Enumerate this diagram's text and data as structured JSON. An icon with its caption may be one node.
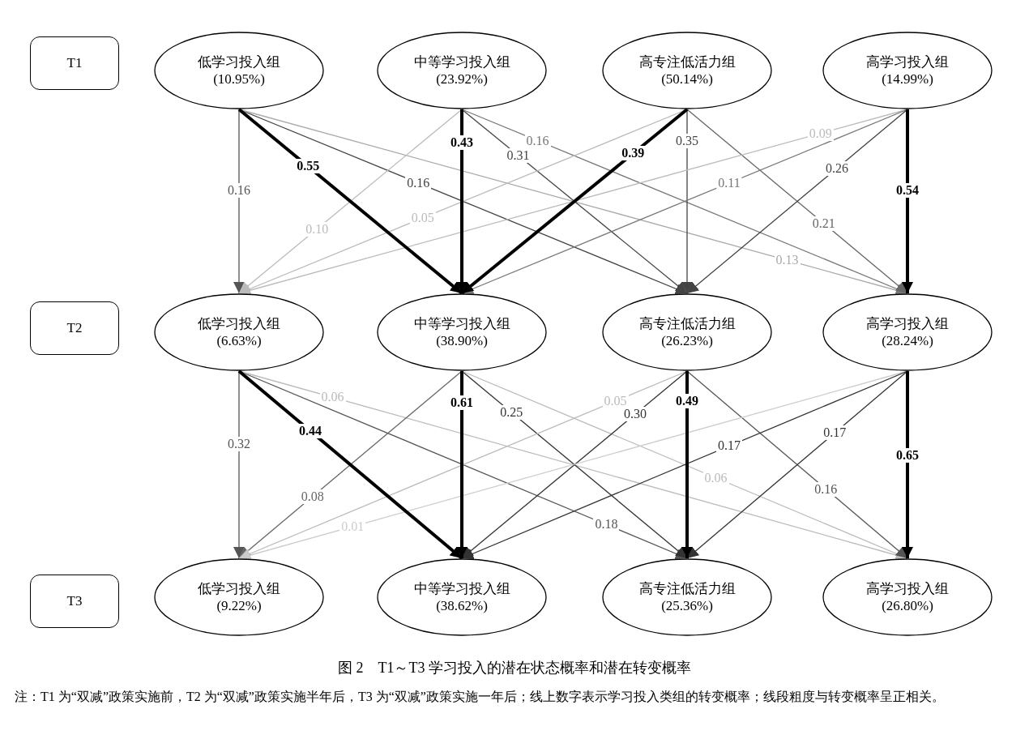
{
  "diagram": {
    "caption": "图 2　T1～T3 学习投入的潜在状态概率和潜在转变概率",
    "nodes": [
      {
        "text": [
          "T1"
        ]
      },
      {
        "text": [
          "低学习投入组",
          "(10.95%)"
        ]
      },
      {
        "text": [
          "中等学习投入组",
          "(23.92%)"
        ]
      },
      {
        "text": [
          "高专注低活力组",
          "(50.14%)"
        ]
      },
      {
        "text": [
          "高学习投入组",
          "(14.99%)"
        ]
      },
      {
        "text": [
          "T2"
        ]
      },
      {
        "text": [
          "低学习投入组",
          "(6.63%)"
        ]
      },
      {
        "text": [
          "中等学习投入组",
          "(38.90%)"
        ]
      },
      {
        "text": [
          "高专注低活力组",
          "(26.23%)"
        ]
      },
      {
        "text": [
          "高学习投入组",
          "(28.24%)"
        ]
      },
      {
        "text": [
          "T3"
        ]
      },
      {
        "text": [
          "低学习投入组",
          "(9.22%)"
        ]
      },
      {
        "text": [
          "中等学习投入组",
          "(38.62%)"
        ]
      },
      {
        "text": [
          "高专注低活力组",
          "(25.36%)"
        ]
      },
      {
        "text": [
          "高学习投入组",
          "(26.80%)"
        ]
      }
    ],
    "edges": [
      {
        "from": 1,
        "to": 6,
        "arrow": "to",
        "label": "0.16",
        "color": "#555555"
      },
      {
        "from": 1,
        "to": 7,
        "arrow": "to",
        "label": "0.55",
        "style": "thick",
        "color": "#000000"
      },
      {
        "from": 1,
        "to": 8,
        "arrow": "to",
        "label": "0.16",
        "color": "#444444"
      },
      {
        "from": 1,
        "to": 9,
        "arrow": "to",
        "label": "0.13",
        "color": "#aaaaaa"
      },
      {
        "from": 2,
        "to": 6,
        "arrow": "to",
        "label": "0.10",
        "color": "#bbbbbb"
      },
      {
        "from": 2,
        "to": 7,
        "arrow": "to",
        "label": "0.43",
        "style": "thick",
        "color": "#000000"
      },
      {
        "from": 2,
        "to": 8,
        "arrow": "to",
        "label": "0.31",
        "color": "#444444"
      },
      {
        "from": 2,
        "to": 9,
        "arrow": "to",
        "label": "0.16",
        "color": "#777777"
      },
      {
        "from": 3,
        "to": 6,
        "arrow": "to",
        "label": "0.05",
        "color": "#bbbbbb"
      },
      {
        "from": 3,
        "to": 7,
        "arrow": "to",
        "label": "0.39",
        "style": "thick",
        "color": "#000000"
      },
      {
        "from": 3,
        "to": 8,
        "arrow": "to",
        "label": "0.35",
        "color": "#444444"
      },
      {
        "from": 3,
        "to": 9,
        "arrow": "to",
        "label": "0.21",
        "color": "#666666"
      },
      {
        "from": 4,
        "to": 6,
        "arrow": "to",
        "label": "0.09",
        "color": "#bbbbbb"
      },
      {
        "from": 4,
        "to": 7,
        "arrow": "to",
        "label": "0.11",
        "color": "#777777"
      },
      {
        "from": 4,
        "to": 8,
        "arrow": "to",
        "label": "0.26",
        "color": "#444444"
      },
      {
        "from": 4,
        "to": 9,
        "arrow": "to",
        "label": "0.54",
        "style": "thick",
        "color": "#000000"
      },
      {
        "from": 6,
        "to": 11,
        "arrow": "to",
        "label": "0.32",
        "color": "#555555"
      },
      {
        "from": 6,
        "to": 12,
        "arrow": "to",
        "label": "0.44",
        "style": "thick",
        "color": "#000000"
      },
      {
        "from": 6,
        "to": 13,
        "arrow": "to",
        "label": "0.18",
        "color": "#555555"
      },
      {
        "from": 6,
        "to": 14,
        "arrow": "to",
        "label": "0.06",
        "color": "#bbbbbb"
      },
      {
        "from": 7,
        "to": 11,
        "arrow": "to",
        "label": "0.08",
        "color": "#666666"
      },
      {
        "from": 7,
        "to": 12,
        "arrow": "to",
        "label": "0.61",
        "style": "thick",
        "color": "#000000"
      },
      {
        "from": 7,
        "to": 13,
        "arrow": "to",
        "label": "0.25",
        "color": "#333333"
      },
      {
        "from": 7,
        "to": 14,
        "arrow": "to",
        "label": "0.06",
        "color": "#bbbbbb"
      },
      {
        "from": 8,
        "to": 11,
        "arrow": "to",
        "label": "0.05",
        "color": "#bbbbbb"
      },
      {
        "from": 8,
        "to": 12,
        "arrow": "to",
        "label": "0.30",
        "color": "#333333"
      },
      {
        "from": 8,
        "to": 13,
        "arrow": "to",
        "label": "0.49",
        "style": "thick",
        "color": "#000000"
      },
      {
        "from": 8,
        "to": 14,
        "arrow": "to",
        "label": "0.16",
        "color": "#555555"
      },
      {
        "from": 9,
        "to": 11,
        "arrow": "to",
        "label": "0.01",
        "color": "#cccccc"
      },
      {
        "from": 9,
        "to": 12,
        "arrow": "to",
        "label": "0.17",
        "color": "#333333"
      },
      {
        "from": 9,
        "to": 13,
        "arrow": "to",
        "label": "0.17",
        "color": "#333333"
      },
      {
        "from": 9,
        "to": 14,
        "arrow": "to",
        "label": "0.65",
        "style": "thick",
        "color": "#000000"
      }
    ],
    "labels": [
      "注：T1 为“双减”政策实施前，T2 为“双减”政策实施半年后，T3 为“双减”政策实施一年后；线上数字表示学习投入类组的转变概率；线段粗度与转变概率呈正相关。"
    ]
  }
}
